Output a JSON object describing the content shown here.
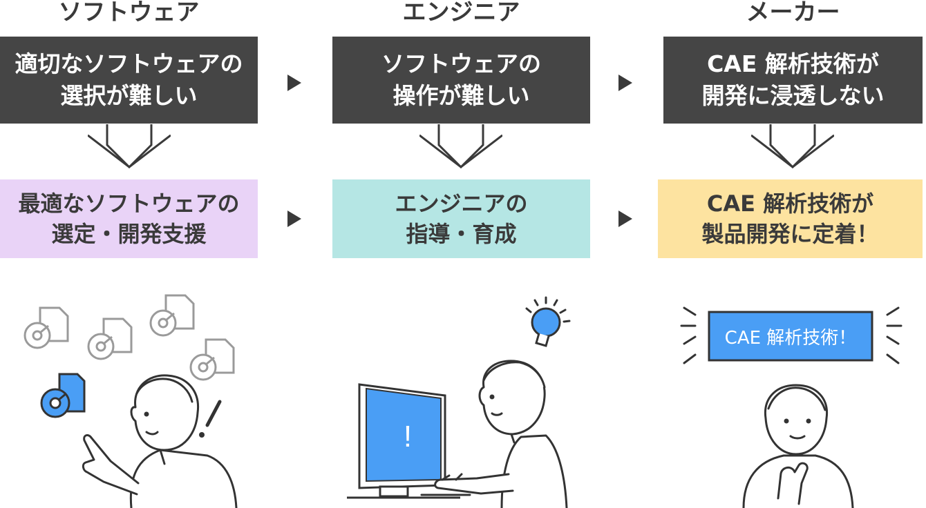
{
  "columns": [
    {
      "title": "ソフトウェア",
      "problem": [
        "適切なソフトウェアの",
        "選択が難しい"
      ],
      "solution": [
        "最適なソフトウェアの",
        "選定・開発支援"
      ],
      "solution_color": "#e9d3f7"
    },
    {
      "title": "エンジニア",
      "problem": [
        "ソフトウェアの",
        "操作が難しい"
      ],
      "solution": [
        "エンジニアの",
        "指導・育成"
      ],
      "solution_color": "#b5e6e4"
    },
    {
      "title": "メーカー",
      "problem": [
        "CAE 解析技術が",
        "開発に浸透しない"
      ],
      "solution": [
        "CAE 解析技術が",
        "製品開発に定着！"
      ],
      "solution_color": "#fde3a0"
    }
  ],
  "illustrations": {
    "monitor_symbol": "!",
    "exclaim_symbol": "!",
    "sign_text": "CAE 解析技術！"
  },
  "colors": {
    "problem_bg": "#454545",
    "accent_blue": "#4a9ef5",
    "line_gray": "#9a9a9a",
    "outline": "#333333"
  },
  "icons": [
    "down-arrow-icon",
    "right-triangle-icon",
    "disc-document-icon",
    "lightbulb-icon",
    "monitor-icon",
    "person-icon"
  ]
}
